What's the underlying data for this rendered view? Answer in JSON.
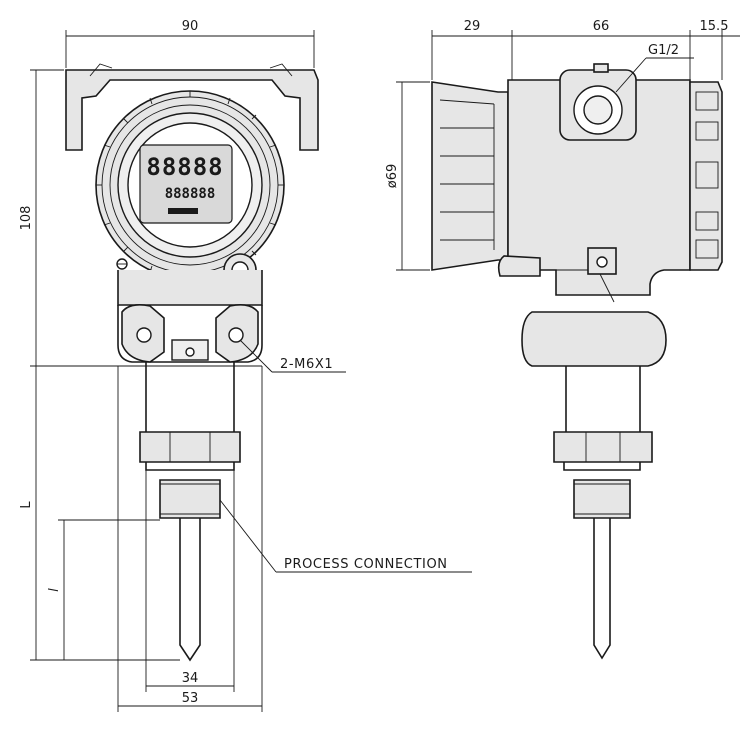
{
  "dimensions": {
    "front_width": "90",
    "front_height": "108",
    "overall_length": "L",
    "insertion_length": "l",
    "thread_width": "34",
    "bottom_width": "53",
    "side_depth_cover": "29",
    "side_depth_body": "66",
    "side_depth_rear": "15.5",
    "diameter": "ø69",
    "cable_entry": "G1/2"
  },
  "labels": {
    "mount_screws": "2-M6X1",
    "process_connection": "PROCESS CONNECTION"
  },
  "display": {
    "digits": "88888",
    "sub_digits": "888888"
  }
}
